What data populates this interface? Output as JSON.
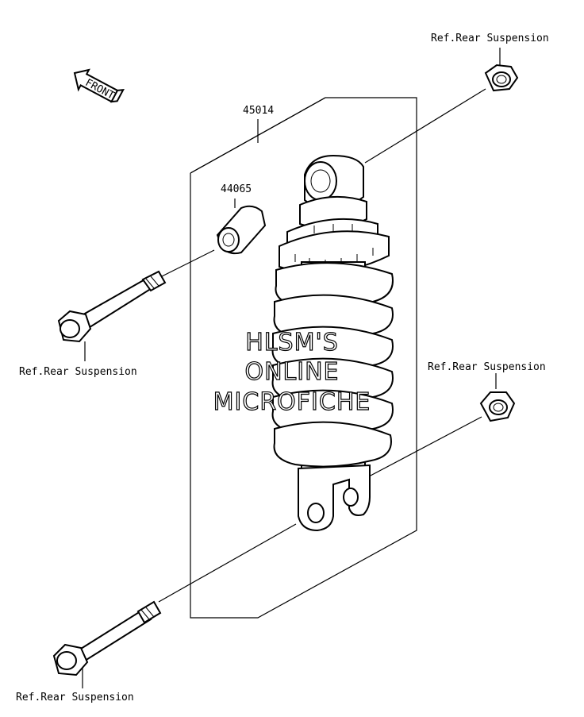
{
  "diagram": {
    "ref_label_top_right": "Ref.Rear Suspension",
    "ref_label_left_upper": "Ref.Rear Suspension",
    "ref_label_right_mid": "Ref.Rear Suspension",
    "ref_label_left_lower": "Ref.Rear Suspension",
    "part_45014": "45014",
    "part_44065": "44065",
    "front_arrow": "FRONT",
    "watermark": [
      "HLSM'S",
      "ONLINE",
      "MICROFICHE"
    ]
  }
}
